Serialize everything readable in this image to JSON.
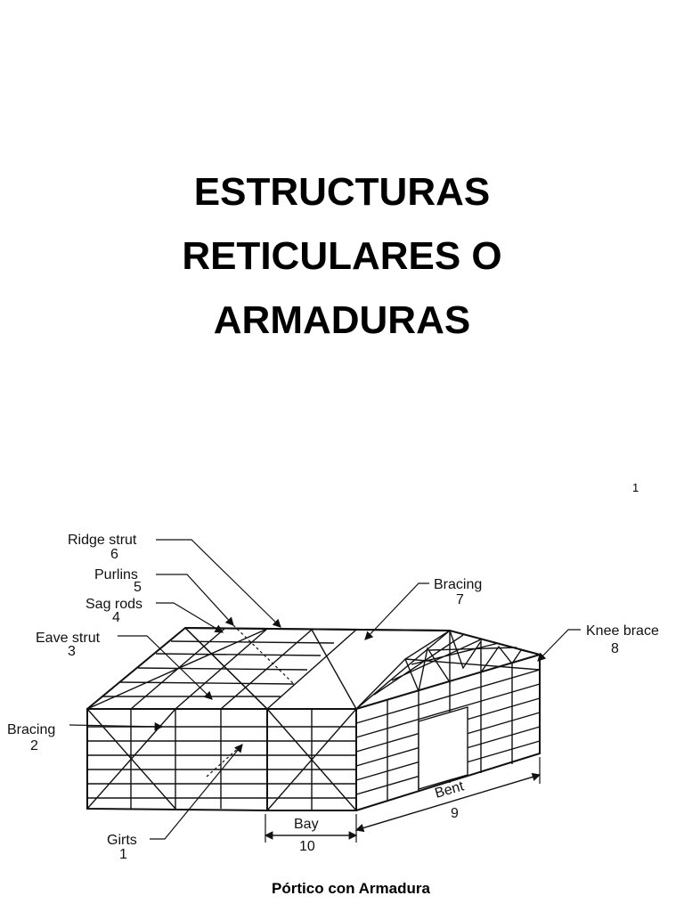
{
  "title": {
    "line1": "ESTRUCTURAS",
    "line2": "RETICULARES O",
    "line3": "ARMADURAS"
  },
  "page_number": "1",
  "labels": {
    "ridge_strut": "Ridge strut",
    "ridge_strut_n": "6",
    "purlins": "Purlins",
    "purlins_n": "5",
    "sag_rods": "Sag rods",
    "sag_rods_n": "4",
    "eave_strut": "Eave strut",
    "eave_strut_n": "3",
    "bracing_left": "Bracing",
    "bracing_left_n": "2",
    "girts": "Girts",
    "girts_n": "1",
    "bracing_top": "Bracing",
    "bracing_top_n": "7",
    "knee_brace": "Knee brace",
    "knee_brace_n": "8",
    "bent": "Bent",
    "bent_n": "9",
    "bay": "Bay",
    "bay_n": "10"
  },
  "caption": "Pórtico con Armadura"
}
